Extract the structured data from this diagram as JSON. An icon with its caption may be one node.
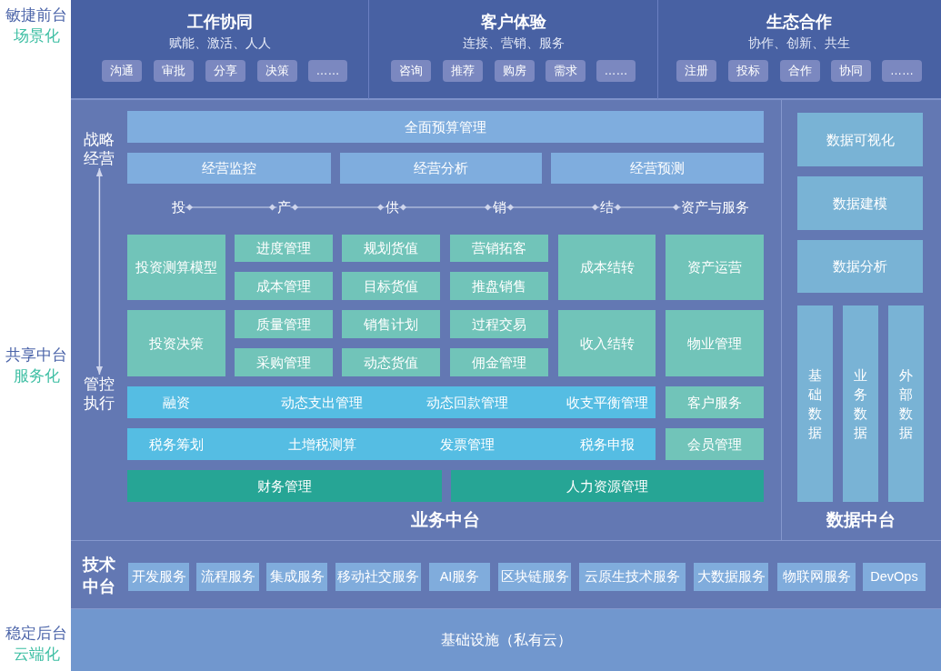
{
  "diagram": {
    "nodes": [
      {
        "text": [
          "工作协同",
          "赋能、激活、人人"
        ]
      },
      {
        "text": [
          "沟通"
        ],
        "in": 0
      },
      {
        "text": [
          "审批"
        ],
        "in": 0
      },
      {
        "text": [
          "分享"
        ],
        "in": 0
      },
      {
        "text": [
          "决策"
        ],
        "in": 0
      },
      {
        "text": [
          "……"
        ],
        "in": 0
      },
      {
        "text": [
          "客户体验",
          "连接、营销、服务"
        ]
      },
      {
        "text": [
          "咨询"
        ],
        "in": 6
      },
      {
        "text": [
          "推荐"
        ],
        "in": 6
      },
      {
        "text": [
          "购房"
        ],
        "in": 6
      },
      {
        "text": [
          "需求"
        ],
        "in": 6
      },
      {
        "text": [
          "……"
        ],
        "in": 6
      },
      {
        "text": [
          "生态合作",
          "协作、创新、共生"
        ]
      },
      {
        "text": [
          "注册"
        ],
        "in": 12
      },
      {
        "text": [
          "投标"
        ],
        "in": 12
      },
      {
        "text": [
          "合作"
        ],
        "in": 12
      },
      {
        "text": [
          "协同"
        ],
        "in": 12
      },
      {
        "text": [
          "……"
        ],
        "in": 12
      },
      {
        "text": [
          "业务中台"
        ]
      },
      {
        "text": [
          "战略经营"
        ],
        "in": 18
      },
      {
        "text": [
          "全面预算管理"
        ],
        "in": 18
      },
      {
        "text": [
          "经营监控"
        ],
        "in": 18
      },
      {
        "text": [
          "经营分析"
        ],
        "in": 18
      },
      {
        "text": [
          "经营预测"
        ],
        "in": 18
      },
      {
        "text": [
          "投"
        ],
        "in": 18
      },
      {
        "text": [
          "产"
        ],
        "in": 18
      },
      {
        "text": [
          "供"
        ],
        "in": 18
      },
      {
        "text": [
          "销"
        ],
        "in": 18
      },
      {
        "text": [
          "结"
        ],
        "in": 18
      },
      {
        "text": [
          "资产与服务"
        ],
        "in": 18
      },
      {
        "text": [
          "投资测算模型"
        ],
        "in": 18
      },
      {
        "text": [
          "进度管理"
        ],
        "in": 18
      },
      {
        "text": [
          "规划货值"
        ],
        "in": 18
      },
      {
        "text": [
          "营销拓客"
        ],
        "in": 18
      },
      {
        "text": [
          "成本结转"
        ],
        "in": 18
      },
      {
        "text": [
          "资产运营"
        ],
        "in": 18
      },
      {
        "text": [
          "成本管理"
        ],
        "in": 18
      },
      {
        "text": [
          "目标货值"
        ],
        "in": 18
      },
      {
        "text": [
          "推盘销售"
        ],
        "in": 18
      },
      {
        "text": [
          "投资决策"
        ],
        "in": 18
      },
      {
        "text": [
          "质量管理"
        ],
        "in": 18
      },
      {
        "text": [
          "销售计划"
        ],
        "in": 18
      },
      {
        "text": [
          "过程交易"
        ],
        "in": 18
      },
      {
        "text": [
          "收入结转"
        ],
        "in": 18
      },
      {
        "text": [
          "物业管理"
        ],
        "in": 18
      },
      {
        "text": [
          "采购管理"
        ],
        "in": 18
      },
      {
        "text": [
          "动态货值"
        ],
        "in": 18
      },
      {
        "text": [
          "佣金管理"
        ],
        "in": 18
      },
      {
        "text": [
          "管控执行"
        ],
        "in": 18
      },
      {
        "text": [
          "融资",
          "动态支出管理",
          "动态回款管理",
          "收支平衡管理"
        ],
        "in": 18
      },
      {
        "text": [
          "客户服务"
        ],
        "in": 18
      },
      {
        "text": [
          "税务筹划",
          "土增税测算",
          "发票管理",
          "税务申报"
        ],
        "in": 18
      },
      {
        "text": [
          "会员管理"
        ],
        "in": 18
      },
      {
        "text": [
          "财务管理"
        ],
        "in": 18
      },
      {
        "text": [
          "人力资源管理"
        ],
        "in": 18
      },
      {
        "text": [
          "数据中台"
        ]
      },
      {
        "text": [
          "数据可视化"
        ],
        "in": 55
      },
      {
        "text": [
          "数据建模"
        ],
        "in": 55
      },
      {
        "text": [
          "数据分析"
        ],
        "in": 55
      },
      {
        "text": [
          "基础数据"
        ],
        "in": 55
      },
      {
        "text": [
          "业务数据"
        ],
        "in": 55
      },
      {
        "text": [
          "外部数据"
        ],
        "in": 55
      },
      {
        "text": [
          "技术中台"
        ]
      },
      {
        "text": [
          "开发服务"
        ],
        "in": 62
      },
      {
        "text": [
          "流程服务"
        ],
        "in": 62
      },
      {
        "text": [
          "集成服务"
        ],
        "in": 62
      },
      {
        "text": [
          "移动社交服务"
        ],
        "in": 62
      },
      {
        "text": [
          "AI服务"
        ],
        "in": 62
      },
      {
        "text": [
          "区块链服务"
        ],
        "in": 62
      },
      {
        "text": [
          "云原生技术服务"
        ],
        "in": 62
      },
      {
        "text": [
          "大数据服务"
        ],
        "in": 62
      },
      {
        "text": [
          "物联网服务"
        ],
        "in": 62
      },
      {
        "text": [
          "DevOps"
        ],
        "in": 62
      },
      {
        "text": [
          "基础设施（私有云）"
        ]
      }
    ],
    "edges": [
      {
        "from": 19,
        "to": 48,
        "arrow": "both"
      },
      {
        "from": 24,
        "to": 25,
        "arrow": "other"
      },
      {
        "from": 25,
        "to": 26,
        "arrow": "other"
      },
      {
        "from": 26,
        "to": 27,
        "arrow": "other"
      },
      {
        "from": 27,
        "to": 28,
        "arrow": "other"
      },
      {
        "from": 28,
        "to": 29,
        "arrow": "other"
      }
    ],
    "labels": [
      "敏捷前台",
      "场景化",
      "共享中台",
      "服务化",
      "稳定后台",
      "云端化"
    ]
  }
}
